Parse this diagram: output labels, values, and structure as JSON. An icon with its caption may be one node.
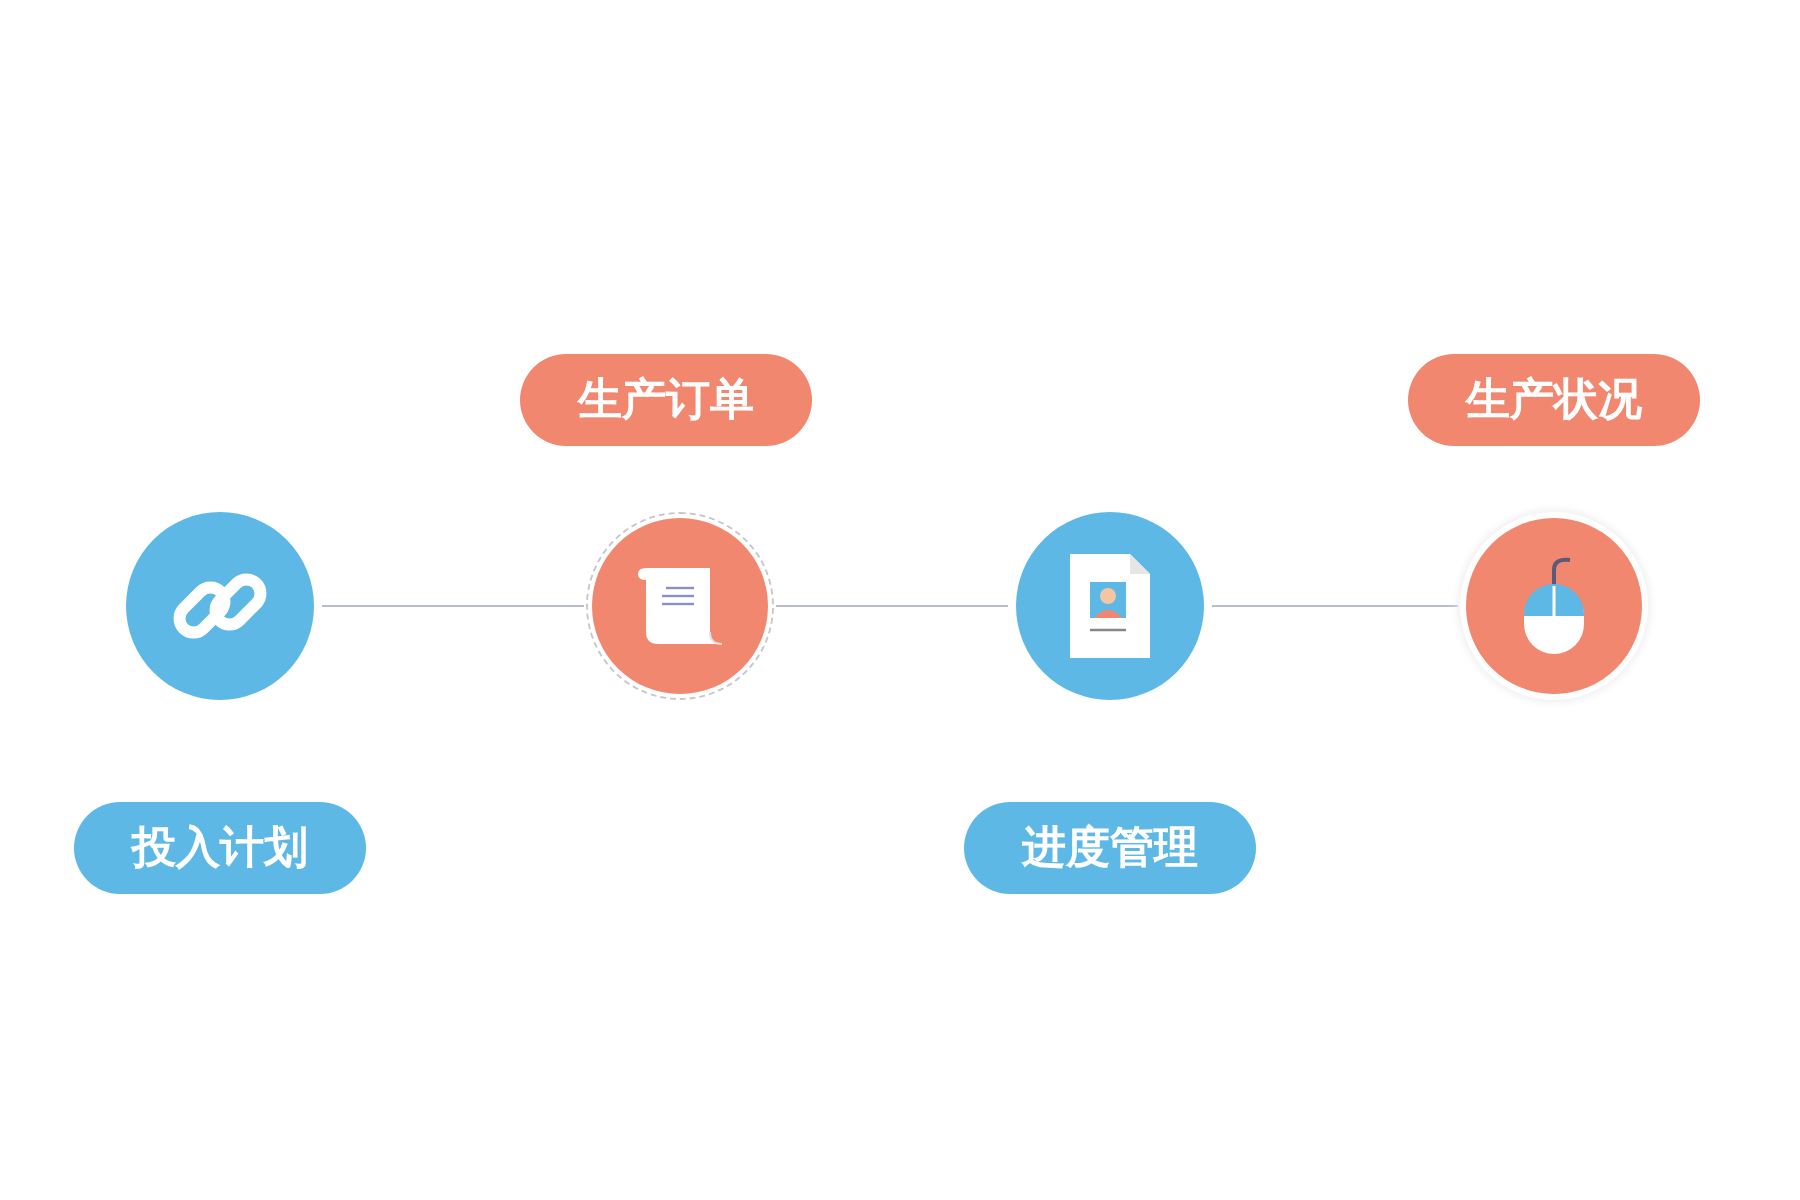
{
  "diagram": {
    "nodes": [
      {
        "text": [
          "生产订单"
        ]
      },
      {
        "text": [
          "生产状况"
        ]
      },
      {
        "text": [],
        "shape": "circle"
      },
      {
        "text": [],
        "shape": "circle"
      },
      {
        "text": [],
        "shape": "circle"
      },
      {
        "text": [],
        "shape": "circle"
      },
      {
        "text": [
          "投入计划"
        ]
      },
      {
        "text": [
          "进度管理"
        ]
      }
    ],
    "edges": [
      {
        "from": 2,
        "to": 3,
        "arrow": "none"
      },
      {
        "from": 3,
        "to": 4,
        "arrow": "none"
      },
      {
        "from": 4,
        "to": 5,
        "arrow": "none"
      }
    ]
  }
}
